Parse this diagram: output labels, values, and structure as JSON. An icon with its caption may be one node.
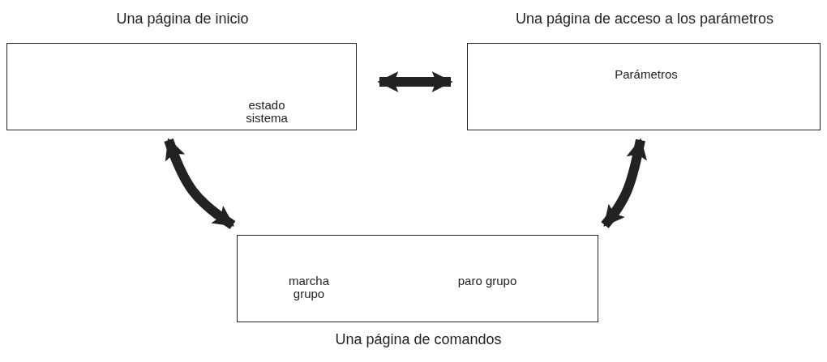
{
  "diagram": {
    "nodes": [
      {
        "text": [
          "Una página de inicio",
          "estado sistema"
        ]
      },
      {
        "text": [
          "Una página de acceso a los parámetros",
          "Parámetros"
        ]
      },
      {
        "text": [
          "Una página de comandos",
          "marcha grupo",
          "paro grupo"
        ]
      }
    ],
    "edges": [
      {
        "from": 0,
        "to": 1,
        "arrow": "both"
      },
      {
        "from": 0,
        "to": 2,
        "arrow": "both"
      },
      {
        "from": 1,
        "to": 2,
        "arrow": "both"
      }
    ]
  }
}
